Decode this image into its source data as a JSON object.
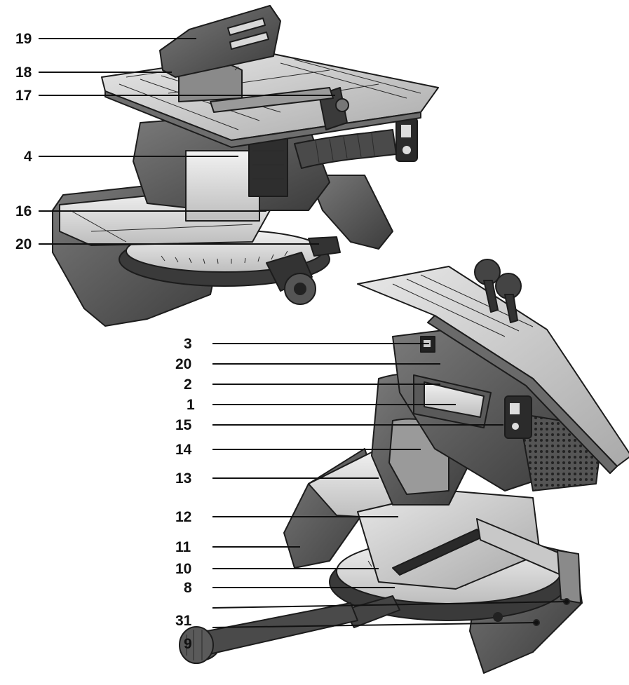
{
  "figure": {
    "upper_machine": "table-mode saw",
    "lower_machine": "mitre-mode saw",
    "upper_callouts": [
      {
        "id": "19",
        "label": "19"
      },
      {
        "id": "18",
        "label": "18"
      },
      {
        "id": "17",
        "label": "17"
      },
      {
        "id": "4",
        "label": "4"
      },
      {
        "id": "16",
        "label": "16"
      },
      {
        "id": "20",
        "label": "20"
      }
    ],
    "lower_callouts": [
      {
        "id": "3",
        "label": "3"
      },
      {
        "id": "20",
        "label": "20"
      },
      {
        "id": "2",
        "label": "2"
      },
      {
        "id": "1",
        "label": "1"
      },
      {
        "id": "15",
        "label": "15"
      },
      {
        "id": "14",
        "label": "14"
      },
      {
        "id": "13",
        "label": "13"
      },
      {
        "id": "12",
        "label": "12"
      },
      {
        "id": "11",
        "label": "11"
      },
      {
        "id": "10",
        "label": "10"
      },
      {
        "id": "8",
        "label": "8"
      },
      {
        "id": "31",
        "label": "31"
      },
      {
        "id": "9",
        "label": "9"
      }
    ]
  }
}
